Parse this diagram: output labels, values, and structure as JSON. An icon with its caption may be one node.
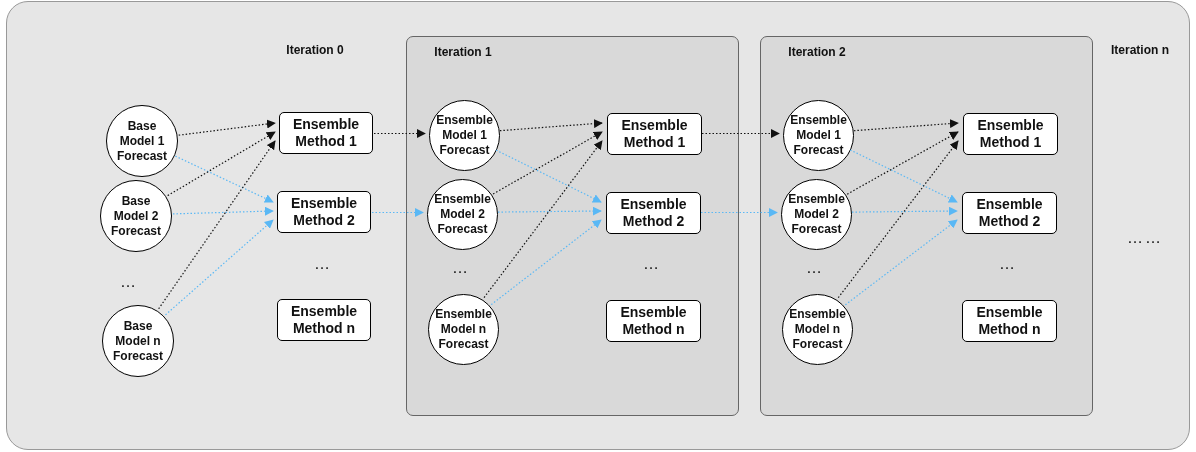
{
  "diagram": {
    "nodes": [
      {
        "text": [],
        "shape": "box"
      },
      {
        "text": [
          "Base Model 1 Forecast"
        ],
        "in": 0
      },
      {
        "text": [
          "Base Model 2 Forecast"
        ],
        "in": 0
      },
      {
        "text": [
          "Base Model n Forecast"
        ],
        "in": 0
      },
      {
        "text": [
          "Ensemble Method 1"
        ],
        "in": 0
      },
      {
        "text": [
          "Ensemble Method 2"
        ],
        "in": 0
      },
      {
        "text": [
          "Ensemble Method n"
        ],
        "in": 0
      },
      {
        "text": [
          "Iteration 1"
        ],
        "in": 0
      },
      {
        "text": [
          "Ensemble Model 1 Forecast"
        ],
        "in": 7
      },
      {
        "text": [
          "Ensemble Model 2 Forecast"
        ],
        "in": 7
      },
      {
        "text": [
          "Ensemble Model n Forecast"
        ],
        "in": 7
      },
      {
        "text": [
          "Ensemble Method 1"
        ],
        "in": 7
      },
      {
        "text": [
          "Ensemble Method 2"
        ],
        "in": 7
      },
      {
        "text": [
          "Ensemble Method n"
        ],
        "in": 7
      },
      {
        "text": [
          "Iteration 2"
        ],
        "in": 0
      },
      {
        "text": [
          "Ensemble Model 1 Forecast"
        ],
        "in": 14
      },
      {
        "text": [
          "Ensemble Model 2 Forecast"
        ],
        "in": 14
      },
      {
        "text": [
          "Ensemble Model n Forecast"
        ],
        "in": 14
      },
      {
        "text": [
          "Ensemble Method 1"
        ],
        "in": 14
      },
      {
        "text": [
          "Ensemble Method 2"
        ],
        "in": 14
      },
      {
        "text": [
          "Ensemble Method n"
        ],
        "in": 14
      }
    ],
    "edges": [
      {
        "from": 1,
        "to": 4,
        "arrow": "to"
      },
      {
        "from": 1,
        "to": 5,
        "arrow": "to",
        "color": "#5ab8f5"
      },
      {
        "from": 2,
        "to": 4,
        "arrow": "to"
      },
      {
        "from": 2,
        "to": 5,
        "arrow": "to",
        "color": "#5ab8f5"
      },
      {
        "from": 3,
        "to": 4,
        "arrow": "to"
      },
      {
        "from": 3,
        "to": 5,
        "arrow": "to",
        "color": "#5ab8f5"
      },
      {
        "from": 4,
        "to": 8,
        "arrow": "to"
      },
      {
        "from": 5,
        "to": 9,
        "arrow": "to",
        "color": "#5ab8f5"
      },
      {
        "from": 8,
        "to": 11,
        "arrow": "to"
      },
      {
        "from": 8,
        "to": 12,
        "arrow": "to",
        "color": "#5ab8f5"
      },
      {
        "from": 9,
        "to": 11,
        "arrow": "to"
      },
      {
        "from": 9,
        "to": 12,
        "arrow": "to",
        "color": "#5ab8f5"
      },
      {
        "from": 10,
        "to": 11,
        "arrow": "to"
      },
      {
        "from": 10,
        "to": 12,
        "arrow": "to",
        "color": "#5ab8f5"
      },
      {
        "from": 11,
        "to": 15,
        "arrow": "to"
      },
      {
        "from": 12,
        "to": 16,
        "arrow": "to",
        "color": "#5ab8f5"
      },
      {
        "from": 15,
        "to": 18,
        "arrow": "to"
      },
      {
        "from": 15,
        "to": 19,
        "arrow": "to",
        "color": "#5ab8f5"
      },
      {
        "from": 16,
        "to": 18,
        "arrow": "to"
      },
      {
        "from": 16,
        "to": 19,
        "arrow": "to",
        "color": "#5ab8f5"
      },
      {
        "from": 17,
        "to": 18,
        "arrow": "to"
      },
      {
        "from": 17,
        "to": 19,
        "arrow": "to",
        "color": "#5ab8f5"
      }
    ],
    "labels": [
      "Iteration 0",
      "Iteration n",
      "…",
      "…",
      "…",
      "…",
      "…",
      "…",
      "……"
    ]
  }
}
